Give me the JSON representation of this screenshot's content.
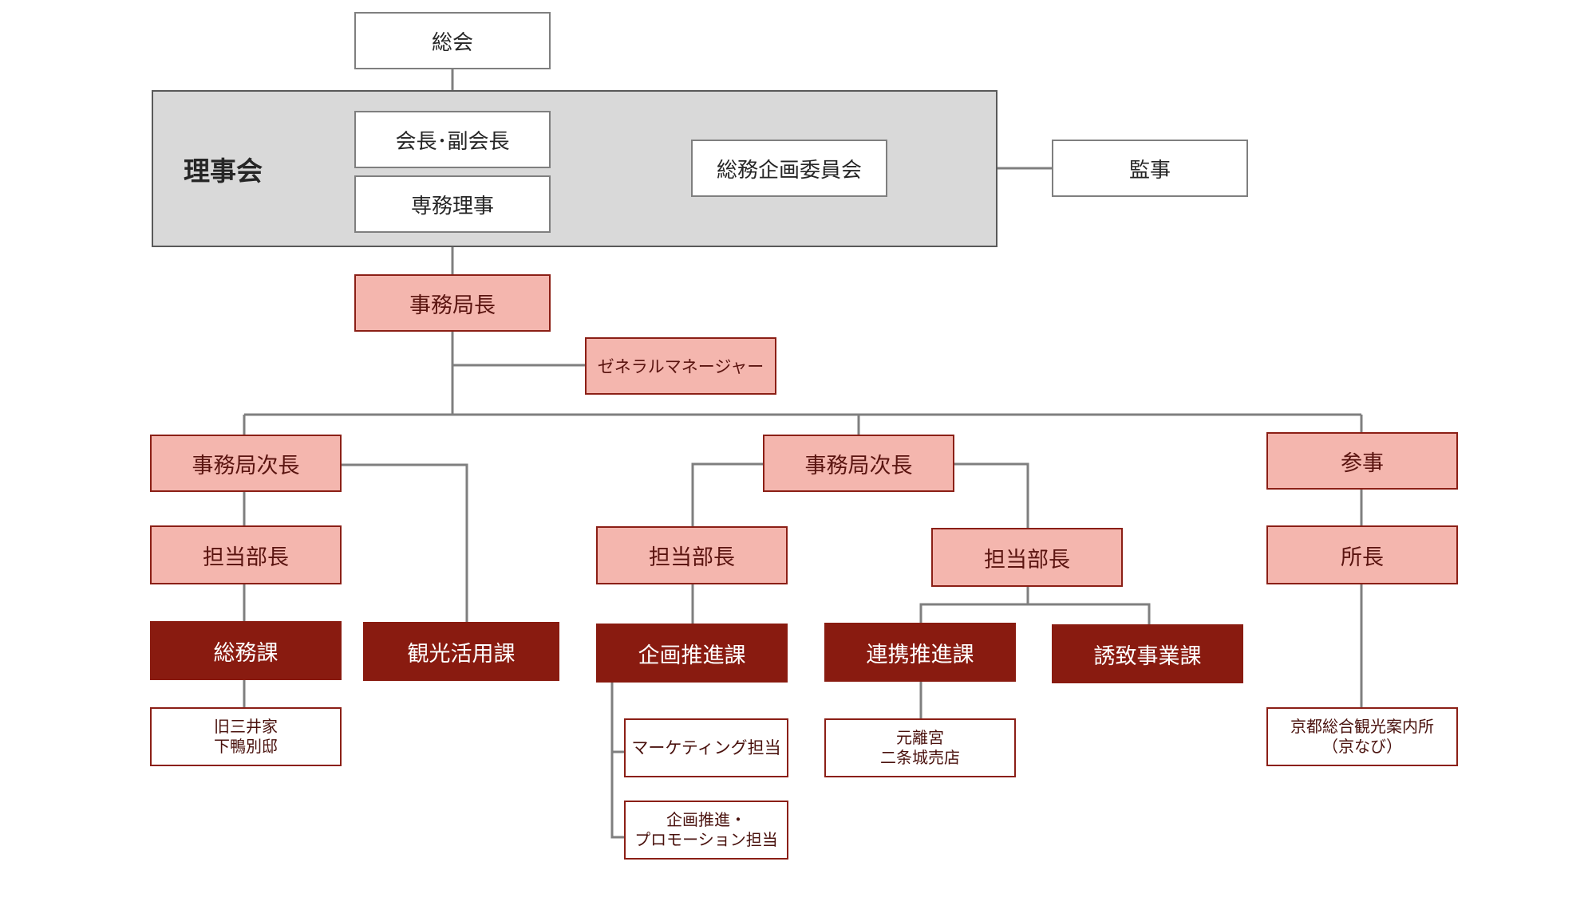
{
  "top": {
    "general_assembly": "総会",
    "board": "理事会",
    "chair": "会長･副会長",
    "managing_director": "専務理事",
    "planning_committee": "総務企画委員会",
    "auditor": "監事"
  },
  "office": {
    "secretary_general": "事務局長",
    "general_manager": "ゼネラルマネージャー"
  },
  "branch_left": {
    "deputy": "事務局次長",
    "director": "担当部長",
    "general_affairs": "総務課",
    "sub_unit_line1": "旧三井家",
    "sub_unit_line2": "下鴨別邸",
    "tourism_utilization": "観光活用課"
  },
  "branch_center": {
    "deputy": "事務局次長",
    "director_a": "担当部長",
    "planning_promotion": "企画推進課",
    "marketing": "マーケティング担当",
    "promotion_line1": "企画推進・",
    "promotion_line2": "プロモーション担当",
    "director_b": "担当部長",
    "partnership_promotion": "連携推進課",
    "shop_line1": "元離宮",
    "shop_line2": "二条城売店",
    "business_attraction": "誘致事業課"
  },
  "branch_right": {
    "counselor": "参事",
    "chief": "所長",
    "info_line1": "京都総合観光案内所",
    "info_line2": "（京なび）"
  },
  "colors": {
    "connector": "#7f7f7f",
    "board_fill": "#d9d9d9",
    "manager_fill": "#f4b6ae",
    "section_fill": "#891b10",
    "border_red": "#8b1f16"
  }
}
